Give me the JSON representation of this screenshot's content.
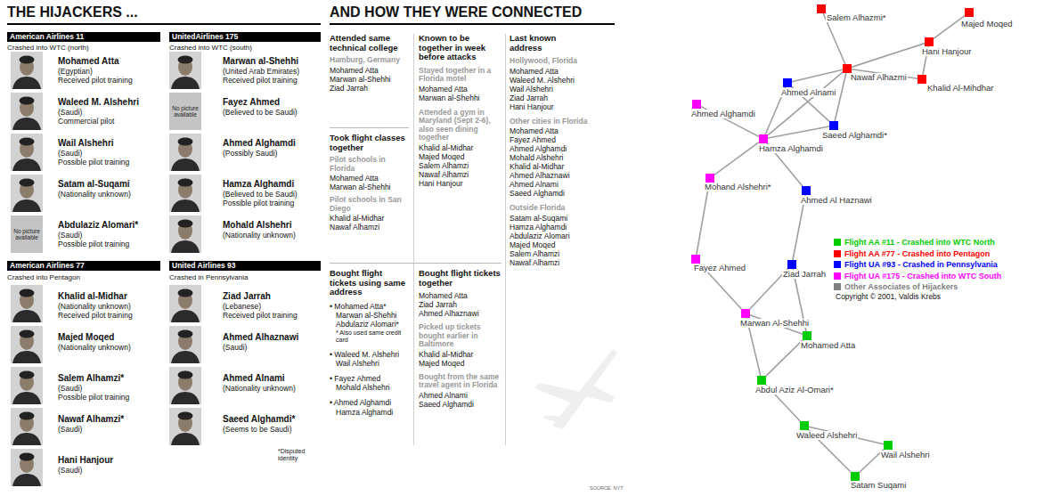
{
  "diagram": {
    "title": "THE HIJACKERS ...",
    "nodes": [
      {
        "text": [
          "American Airlines 11"
        ]
      },
      {
        "text": [
          "UnitedAirlines 175"
        ]
      },
      {
        "text": [
          "No picture available"
        ]
      },
      {
        "text": [
          "No picture available"
        ]
      },
      {
        "text": [
          "American Airlines 77"
        ]
      },
      {
        "text": [
          "United Airlines 93"
        ]
      },
      {
        "text": [
          "Salem Alhazmi*"
        ]
      },
      {
        "text": [
          "Majed Moqed"
        ]
      },
      {
        "text": [
          "Hani Hanjour"
        ]
      },
      {
        "text": [
          "Nawaf Alhazmi"
        ]
      },
      {
        "text": [
          "Khalid Al-Mihdhar"
        ]
      },
      {
        "text": [
          "Ahmed Alnami"
        ]
      },
      {
        "text": [
          "Ahmed Alghamdi"
        ]
      },
      {
        "text": [
          "Saeed Alghamdi*"
        ]
      },
      {
        "text": [
          "Hamza Alghamdi"
        ]
      },
      {
        "text": [
          "Mohand Alshehri*"
        ]
      },
      {
        "text": [
          "Ahmed Al Haznawi"
        ]
      },
      {
        "text": [
          "Fayez Ahmed"
        ]
      },
      {
        "text": [
          "Ziad Jarrah"
        ]
      },
      {
        "text": [
          "Marwan Al-Shehhi"
        ]
      },
      {
        "text": [
          "Mohamed Atta"
        ]
      },
      {
        "text": [
          "Abdul Aziz Al-Omari*"
        ]
      },
      {
        "text": [
          "Waleed Alshehri"
        ]
      },
      {
        "text": [
          "Wail Alshehri"
        ]
      },
      {
        "text": [
          "Satam Suqami"
        ]
      }
    ],
    "edges": [
      {
        "from": 6,
        "to": 9,
        "arrow": "none"
      },
      {
        "from": 7,
        "to": 8,
        "arrow": "none"
      },
      {
        "from": 8,
        "to": 9,
        "arrow": "none"
      },
      {
        "from": 8,
        "to": 10,
        "arrow": "none"
      },
      {
        "from": 9,
        "to": 10,
        "arrow": "none"
      },
      {
        "from": 9,
        "to": 11,
        "arrow": "none"
      },
      {
        "from": 9,
        "to": 14,
        "arrow": "none"
      },
      {
        "from": 9,
        "to": 13,
        "arrow": "none"
      },
      {
        "from": 11,
        "to": 14,
        "arrow": "none"
      },
      {
        "from": 11,
        "to": 13,
        "arrow": "none"
      },
      {
        "from": 13,
        "to": 14,
        "arrow": "none"
      },
      {
        "from": 12,
        "to": 14,
        "arrow": "none"
      },
      {
        "from": 14,
        "to": 15,
        "arrow": "none"
      },
      {
        "from": 14,
        "to": 16,
        "arrow": "none"
      },
      {
        "from": 15,
        "to": 17,
        "arrow": "none"
      },
      {
        "from": 16,
        "to": 18,
        "arrow": "none"
      },
      {
        "from": 17,
        "to": 19,
        "arrow": "none"
      },
      {
        "from": 18,
        "to": 19,
        "arrow": "none"
      },
      {
        "from": 18,
        "to": 20,
        "arrow": "none"
      },
      {
        "from": 19,
        "to": 20,
        "arrow": "none"
      },
      {
        "from": 19,
        "to": 21,
        "arrow": "none"
      },
      {
        "from": 20,
        "to": 21,
        "arrow": "none"
      },
      {
        "from": 21,
        "to": 22,
        "arrow": "none"
      },
      {
        "from": 22,
        "to": 23,
        "arrow": "none"
      },
      {
        "from": 22,
        "to": 24,
        "arrow": "none"
      },
      {
        "from": 23,
        "to": 24,
        "arrow": "none"
      }
    ],
    "labels": [
      "AND HOW THEY WERE CONNECTED",
      "Crashed into WTC (north)",
      "Mohamed Atta",
      "(Egyptian)",
      "Received pilot training",
      "Waleed M. Alshehri",
      "(Saudi)",
      "Commercial pilot",
      "Wail Alshehri",
      "(Saudi)",
      "Possible pilot training",
      "Satam al-Suqami",
      "(Nationality unknown)",
      "Abdulaziz Alomari*",
      "(Saudi)",
      "Possible pilot training",
      "Crashed into Pentagon",
      "Khalid al-Midhar",
      "(Nationality unknown)",
      "Received pilot training",
      "Majed Moqed",
      "(Nationality unknown)",
      "Salem Alhamzi*",
      "(Saudi)",
      "Possible pilot training",
      "Nawaf Alhamzi*",
      "(Saudi)",
      "Hani Hanjour",
      "(Saudi)",
      "Crashed into WTC (south)",
      "Marwan al-Shehhi",
      "(United Arab Emirates)",
      "Received pilot training",
      "Fayez Ahmed",
      "(Believed to be Saudi)",
      "Ahmed Alghamdi",
      "(Possibly Saudi)",
      "Hamza Alghamdi",
      "(Believed to be Saudi)",
      "Possible pilot training",
      "Mohald Alshehri",
      "(Nationality unknown)",
      "Crashed in Pennsylvania",
      "Ziad Jarrah",
      "(Lebanese)",
      "Received pilot training",
      "Ahmed Alhaznawi",
      "(Saudi)",
      "Ahmed Alnami",
      "(Nationality unknown)",
      "Saeed Alghamdi*",
      "(Seems to be Saudi)",
      "*Disputed identity",
      "Attended same technical college",
      "Hamburg, Germany",
      "Mohamed Atta",
      "Marwan al-Shehhi",
      "Ziad Jarrah",
      "Took flight classes together",
      "Pilot schools in Florida",
      "Mohamed Atta",
      "Marwan al-Shehhi",
      "Pilot schools in San Diego",
      "Khalid al-Midhar",
      "Nawaf Alhamzi",
      "Bought flight tickets using same address",
      "• Mohamed Atta*",
      "Marwan al-Shehhi",
      "Abdulaziz Alomari*",
      "* Also used same credit card",
      "• Waleed M. Alshehri",
      "Wail Alshehri",
      "• Fayez Ahmed",
      "Mohald Alshehri",
      "• Ahmed Alghamdi",
      "Hamza Alghamdi",
      "Known to be together in week before attacks",
      "Stayed together in a Florida motel",
      "Mohamed Atta",
      "Marwan al-Shehhi",
      "Attended a gym in Maryland (Sept 2-6), also seen dining together",
      "Khalid al-Midhar",
      "Majed Moqed",
      "Salem Alhamzi",
      "Nawaf Alhamzi",
      "Hani Hanjour",
      "Bought flight tickets together",
      "Mohamed Atta",
      "Ziad Jarrah",
      "Ahmed Alhaznawi",
      "Picked up tickets bought earlier in Baltimore",
      "Khalid al-Midhar",
      "Majed Moqed",
      "Bought from the same travel agent in Florida",
      "Ahmed Alnami",
      "Saeed Alghamdi",
      "Last known address",
      "Hollywood, Florida",
      "Mohamed Atta",
      "Waleed M. Alshehri",
      "Wail Alshehri",
      "Ziad Jarrah",
      "Hani Hanjour",
      "Other cities in Florida",
      "Mohamed Atta",
      "Fayez Ahmed",
      "Ahmed Alghamdi",
      "Mohald Alshehri",
      "Khalid al-Midhar",
      "Ahmed Alhaznawi",
      "Ahmed Alnami",
      "Saeed Alghamdi",
      "Outside Florida",
      "Satam al-Suqami",
      "Hamza Alghamdi",
      "Abdulaziz Alomari",
      "Majed Moqed",
      "Salem Alhamzi",
      "Nawaf Alhamzi",
      "SOURCE: NYT",
      "Copyright © 2001, Valdis Krebs"
    ],
    "legend": [
      {
        "text": "Flight AA #11 - Crashed into WTC North",
        "color": "#00cc00"
      },
      {
        "text": "Flight AA #77 - Crashed into Pentagon",
        "color": "#ff0000"
      },
      {
        "text": "Flight UA #93 - Crashed in Pennsylvania",
        "color": "#0000ff"
      },
      {
        "text": "Flight UA #175 - Crashed into WTC South",
        "color": "#ff00ff"
      },
      {
        "text": "Other Associates of Hijackers",
        "color": "#808080"
      }
    ]
  }
}
